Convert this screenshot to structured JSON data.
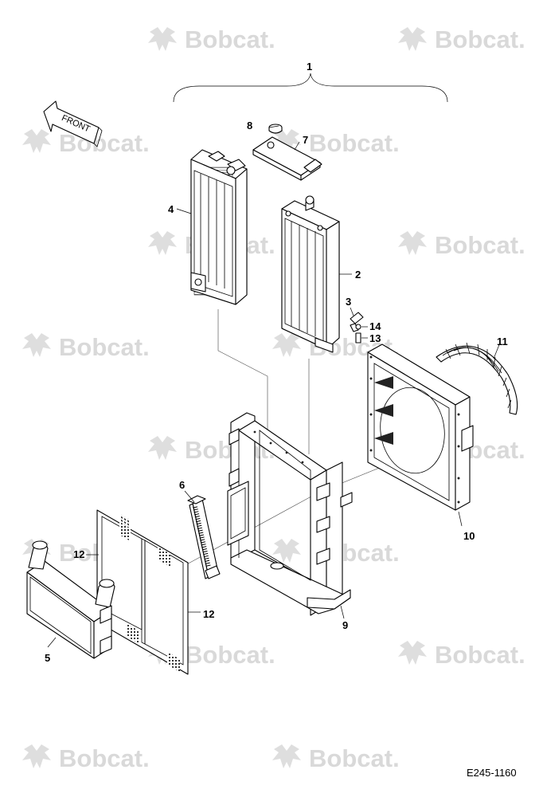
{
  "watermark": {
    "text": "Bobcat.",
    "logo_icon": "bobcat-logo-icon"
  },
  "direction_arrow": {
    "label": "FRONT"
  },
  "callouts": {
    "c1": "1",
    "c2": "2",
    "c3": "3",
    "c4": "4",
    "c5": "5",
    "c6": "6",
    "c7": "7",
    "c8": "8",
    "c9": "9",
    "c10": "10",
    "c11": "11",
    "c12a": "12",
    "c12b": "12",
    "c13": "13",
    "c14": "14"
  },
  "drawing_code": "E245-1160"
}
